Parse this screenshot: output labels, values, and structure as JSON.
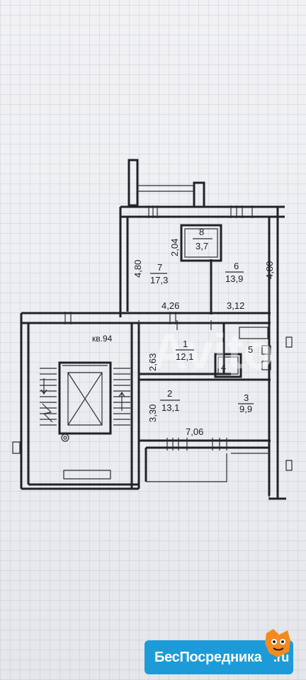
{
  "plan": {
    "apartment_label": "кв.94",
    "dimensions": {
      "d_480_left": "4,80",
      "d_204": "2,04",
      "d_480_right": "4,80",
      "d_426": "4,26",
      "d_312": "3,12",
      "d_263": "2,63",
      "d_330": "3,30",
      "d_706": "7,06"
    },
    "rooms": [
      {
        "num": "1",
        "area": "12,1"
      },
      {
        "num": "2",
        "area": "13,1"
      },
      {
        "num": "3",
        "area": "9,9"
      },
      {
        "num": "4",
        "area": ""
      },
      {
        "num": "5",
        "area": ""
      },
      {
        "num": "6",
        "area": "13,9"
      },
      {
        "num": "7",
        "area": "17,3"
      },
      {
        "num": "8",
        "area": "3,7"
      }
    ]
  },
  "watermark": "Avito",
  "brand": {
    "name": "БесПосредника",
    "suffix": ".ru",
    "color": "#1c9bd8"
  }
}
